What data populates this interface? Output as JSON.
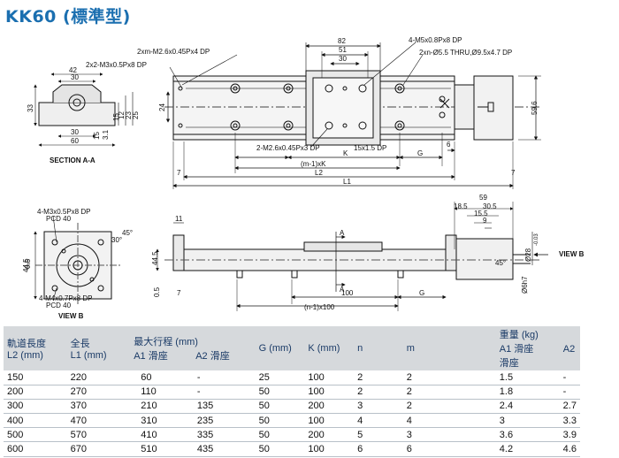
{
  "title": "KK60 (標準型)",
  "drawing": {
    "section_label": "SECTION A-A",
    "view_label": "VIEW B",
    "view_arrow_label": "VIEW B",
    "section_mark": "A",
    "callouts": {
      "c1": "2xm-M2.6x0.45Px4 DP",
      "c2": "2x2-M3x0.5Px8 DP",
      "c3": "4-M5x0.8Px8 DP",
      "c4": "2xn-Ø5.5 THRU,Ø9.5x4.7 DP",
      "c5": "2-M2.6x0.45Px3 DP",
      "c6": "15x1.5 DP",
      "c7": "4-M3x0.5Px8 DP",
      "c8": "PCD 40",
      "c9": "4-M4x0.7Px8 DP",
      "c10": "PCD 40"
    },
    "dims": {
      "d82": "82",
      "d51": "51",
      "d30a": "30",
      "d24": "24",
      "d59_6": "59.6",
      "d6a": "6",
      "dK": "K",
      "dG": "G",
      "dmk": "(m-1)xK",
      "d6b": "6",
      "d7a": "7",
      "dL2": "L2",
      "dL1": "L1",
      "d7b": "7",
      "d42": "42",
      "d30b": "30",
      "d33": "33",
      "d15a": "15",
      "d12": "12",
      "d23": "23",
      "d25": "25",
      "d30c": "30",
      "d15b": "15",
      "d3_1": "3.1",
      "d60": "60",
      "d11": "11",
      "d44_5a": "44.5",
      "d0_5a": "0.5",
      "d30d": "30°",
      "d45a": "45°",
      "d44_5b": "44.5",
      "d0_5b": "0.5",
      "d59": "59",
      "d18_5": "18.5",
      "d30_5": "30.5",
      "d15_5": "15.5",
      "d9": "9",
      "d28": "Ø28",
      "d28tol": "-0.03",
      "d6h7": "Ø6h7",
      "d45b": "45°",
      "d100": "100",
      "dG2": "G",
      "dn1": "(n-1)x100",
      "d7c": "7"
    }
  },
  "table": {
    "headers": {
      "rail_len": "軌道長度",
      "rail_len_unit": "L2 (mm)",
      "total_len": "全長",
      "total_len_unit": "L1 (mm)",
      "max_stroke": "最大行程 (mm)",
      "a1": "A1 滑座",
      "a2": "A2 滑座",
      "g": "G (mm)",
      "k": "K (mm)",
      "n": "n",
      "m": "m",
      "weight": "重量 (kg)",
      "w_a1": "A1 滑座",
      "w_a2": "A2 滑座"
    },
    "rows": [
      {
        "l2": "150",
        "l1": "220",
        "a1": "60",
        "a2": "-",
        "g": "25",
        "k": "100",
        "n": "2",
        "m": "2",
        "w1": "1.5",
        "w2": "-"
      },
      {
        "l2": "200",
        "l1": "270",
        "a1": "110",
        "a2": "-",
        "g": "50",
        "k": "100",
        "n": "2",
        "m": "2",
        "w1": "1.8",
        "w2": "-"
      },
      {
        "l2": "300",
        "l1": "370",
        "a1": "210",
        "a2": "135",
        "g": "50",
        "k": "200",
        "n": "3",
        "m": "2",
        "w1": "2.4",
        "w2": "2.7"
      },
      {
        "l2": "400",
        "l1": "470",
        "a1": "310",
        "a2": "235",
        "g": "50",
        "k": "100",
        "n": "4",
        "m": "4",
        "w1": "3",
        "w2": "3.3"
      },
      {
        "l2": "500",
        "l1": "570",
        "a1": "410",
        "a2": "335",
        "g": "50",
        "k": "200",
        "n": "5",
        "m": "3",
        "w1": "3.6",
        "w2": "3.9"
      },
      {
        "l2": "600",
        "l1": "670",
        "a1": "510",
        "a2": "435",
        "g": "50",
        "k": "100",
        "n": "6",
        "m": "6",
        "w1": "4.2",
        "w2": "4.6"
      }
    ]
  }
}
